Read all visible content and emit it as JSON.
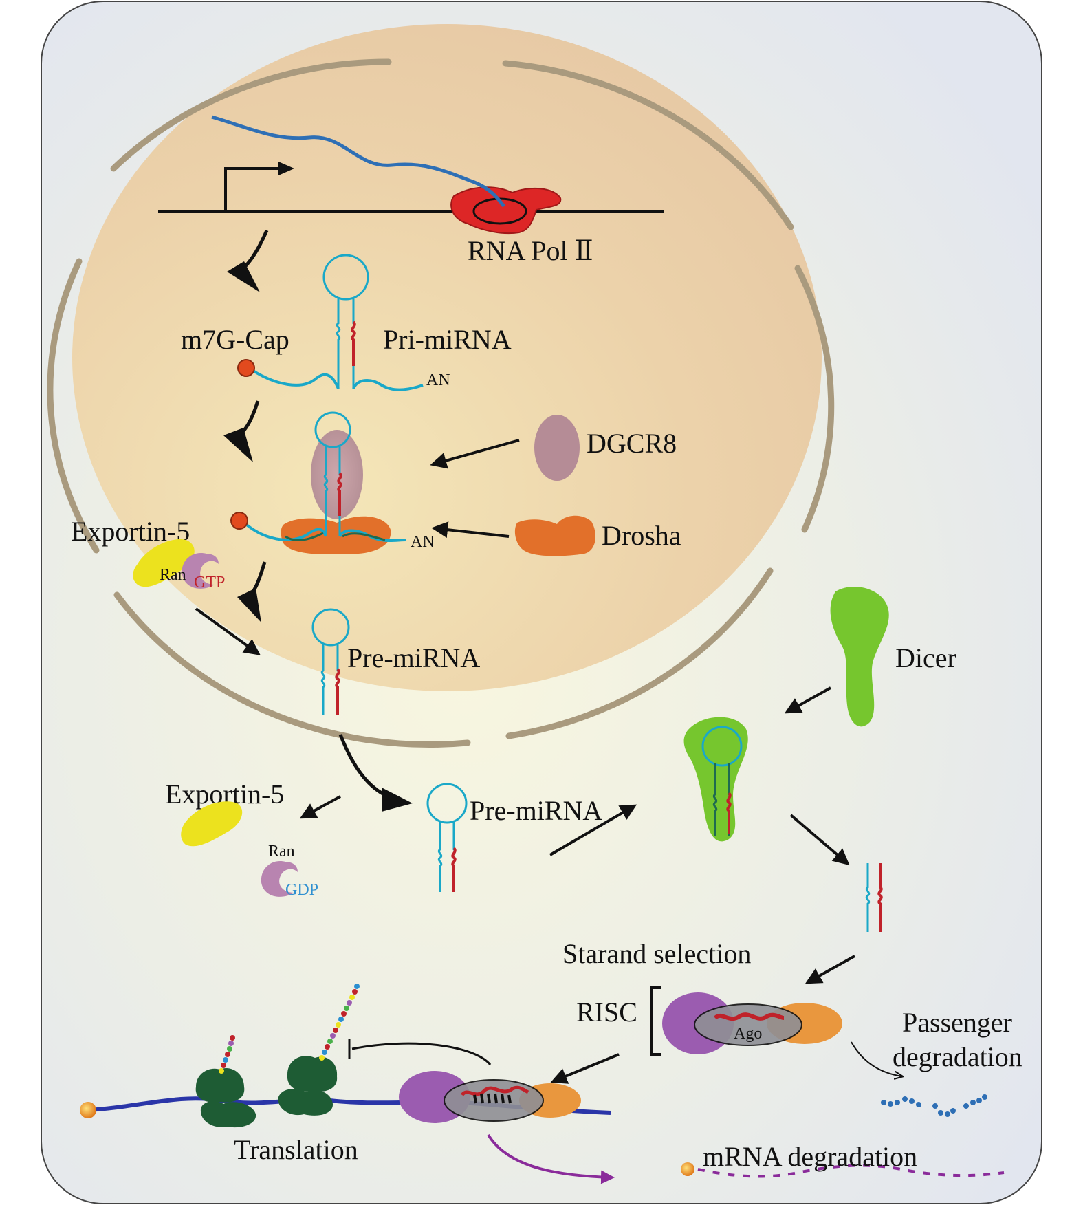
{
  "labels": {
    "rna_pol": "RNA Pol Ⅱ",
    "m7g_cap": "m7G-Cap",
    "pri_mirna": "Pri-miRNA",
    "an_top": "AN",
    "dgcr8": "DGCR8",
    "drosha": "Drosha",
    "an_bottom": "AN",
    "exportin_nucleus": "Exportin-5",
    "ran_gtp_ran": "Ran",
    "ran_gtp_gtp": "GTP",
    "pre_mirna_nucleus": "Pre-miRNA",
    "dicer": "Dicer",
    "exportin_cyto": "Exportin-5",
    "ran_gdp_ran": "Ran",
    "ran_gdp_gdp": "GDP",
    "pre_mirna_cyto": "Pre-miRNA",
    "strand_selection": "Starand selection",
    "risc": "RISC",
    "ago": "Ago",
    "passenger_1": "Passenger",
    "passenger_2": "degradation",
    "translation": "Translation",
    "mrna_degradation": "mRNA degradation"
  },
  "colors": {
    "cell_background": "#e4e8f0",
    "nucleus_fill": "#ecd0a8",
    "nuclear_envelope": "#a99a7e",
    "rna_pol": "#dd2626",
    "transcript": "#2e6fb5",
    "pri_mirna_strand": "#1aa8c8",
    "mature_strand": "#c0222a",
    "dgcr8": "#b58c96",
    "drosha": "#e2702a",
    "exportin": "#ece21e",
    "ran": "#b884b0",
    "dicer": "#76c62e",
    "risc_purple": "#9b5cb0",
    "risc_orange": "#e9973e",
    "ribosome": "#1e5c34",
    "mrna": "#2a35a8",
    "degradation": "#8a2b9a"
  }
}
